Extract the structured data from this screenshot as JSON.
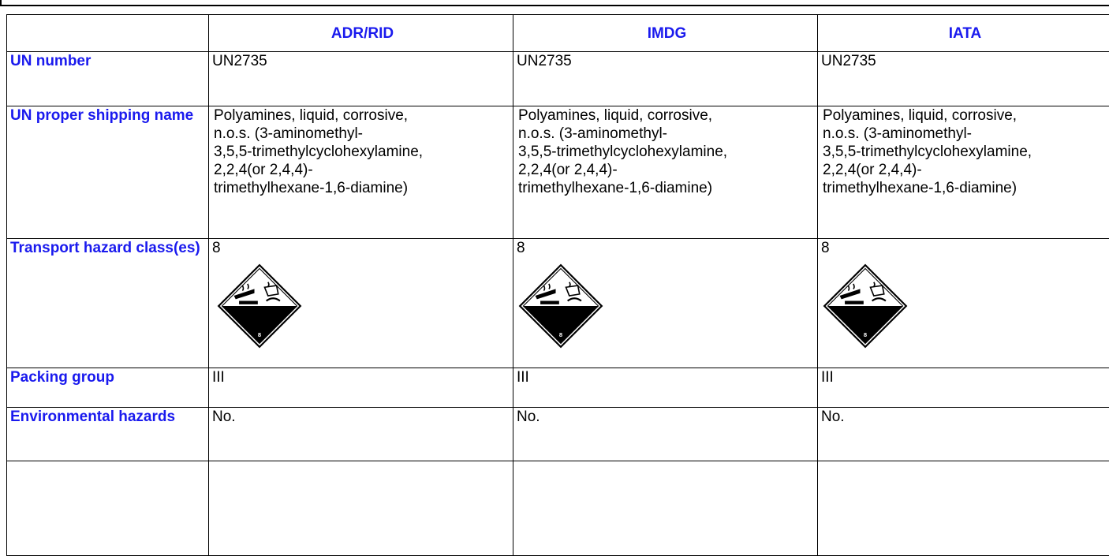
{
  "columns": [
    "",
    "ADR/RID",
    "IMDG",
    "IATA"
  ],
  "rows": [
    {
      "label": "UN number",
      "values": [
        "UN2735",
        "UN2735",
        "UN2735"
      ]
    },
    {
      "label": "UN proper shipping name",
      "values": [
        [
          "Polyamines, liquid, corrosive,",
          "n.o.s. (3-aminomethyl-",
          "3,5,5-trimethylcyclohexylamine,",
          "2,2,4(or 2,4,4)-",
          "trimethylhexane-1,6-diamine)"
        ],
        [
          "Polyamines, liquid, corrosive,",
          "n.o.s. (3-aminomethyl-",
          "3,5,5-trimethylcyclohexylamine,",
          "2,2,4(or 2,4,4)-",
          "trimethylhexane-1,6-diamine)"
        ],
        [
          "Polyamines, liquid, corrosive,",
          "n.o.s. (3-aminomethyl-",
          "3,5,5-trimethylcyclohexylamine,",
          "2,2,4(or 2,4,4)-",
          "trimethylhexane-1,6-diamine)"
        ]
      ]
    },
    {
      "label": "Transport hazard class(es)",
      "values": [
        "8",
        "8",
        "8"
      ],
      "pictogram": "corrosive-class-8-icon",
      "pictogram_number": "8"
    },
    {
      "label": "Packing group",
      "values": [
        "III",
        "III",
        "III"
      ]
    },
    {
      "label": "Environmental hazards",
      "values": [
        "No.",
        "No.",
        "No."
      ]
    }
  ]
}
